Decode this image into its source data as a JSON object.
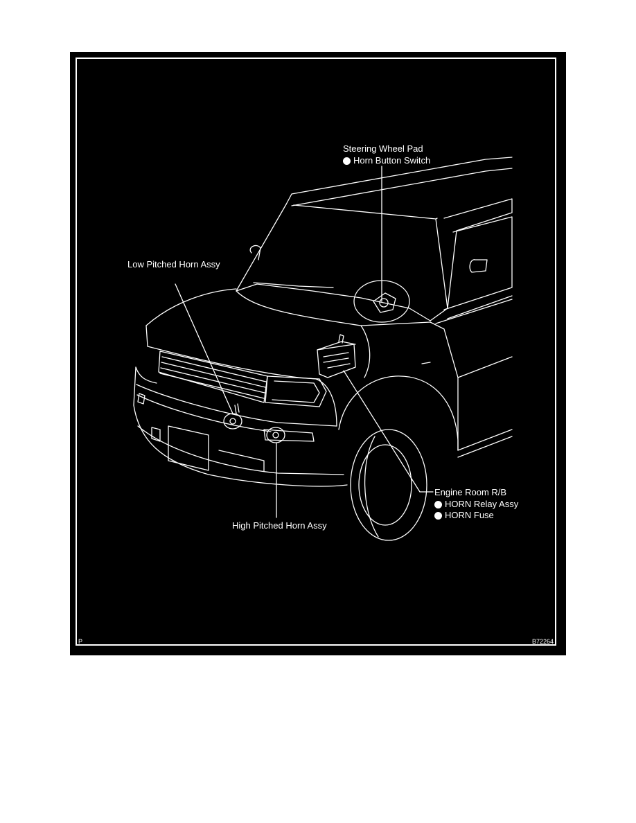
{
  "diagram": {
    "labels": {
      "steering_wheel_pad": "Steering Wheel Pad",
      "horn_button_switch": "Horn Button Switch",
      "low_pitched_horn": "Low Pitched Horn Assy",
      "engine_room_rb": "Engine Room R/B",
      "horn_relay": "HORN Relay Assy",
      "horn_fuse": "HORN Fuse",
      "high_pitched_horn": "High Pitched Horn Assy"
    },
    "corner_left": "P",
    "figure_id": "B72264"
  },
  "colors": {
    "background": "#000000",
    "lines": "#ffffff",
    "page": "#ffffff"
  }
}
